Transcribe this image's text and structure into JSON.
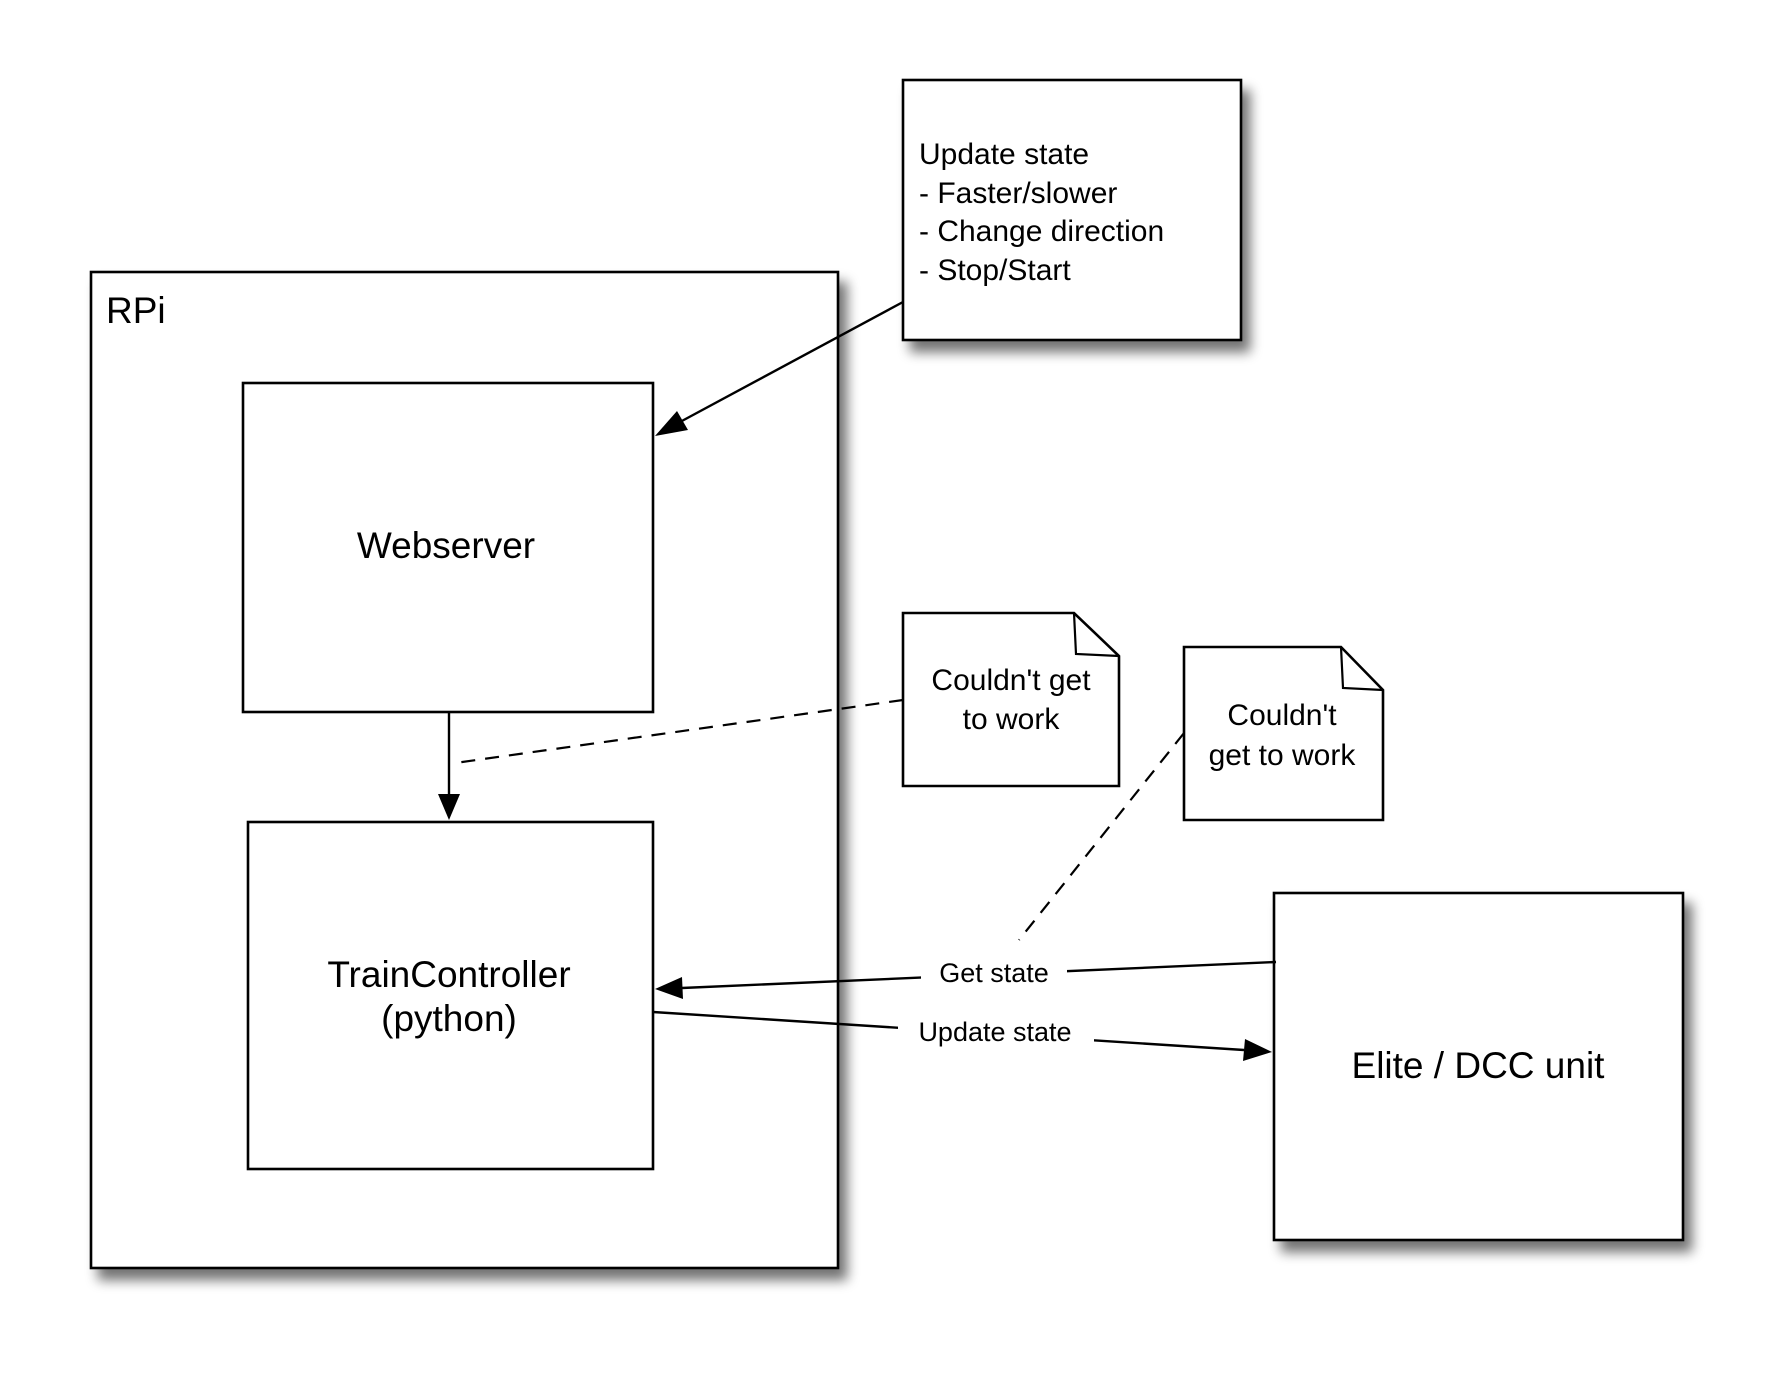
{
  "nodes": {
    "rpi": {
      "title": "RPi"
    },
    "webserver": {
      "label": "Webserver"
    },
    "train_controller": {
      "line1": "TrainController",
      "line2": "(python)"
    },
    "elite_dcc": {
      "label": "Elite / DCC unit"
    },
    "update_state_box": {
      "lines": [
        "Update state",
        "- Faster/slower",
        "- Change direction",
        "- Stop/Start"
      ]
    }
  },
  "notes": {
    "note_1": {
      "lines": [
        "Couldn't get",
        "to work"
      ]
    },
    "note_2": {
      "lines": [
        "Couldn't",
        "get to work"
      ]
    }
  },
  "edges": {
    "get_state": {
      "label": "Get state"
    },
    "update_state": {
      "label": "Update state"
    }
  }
}
